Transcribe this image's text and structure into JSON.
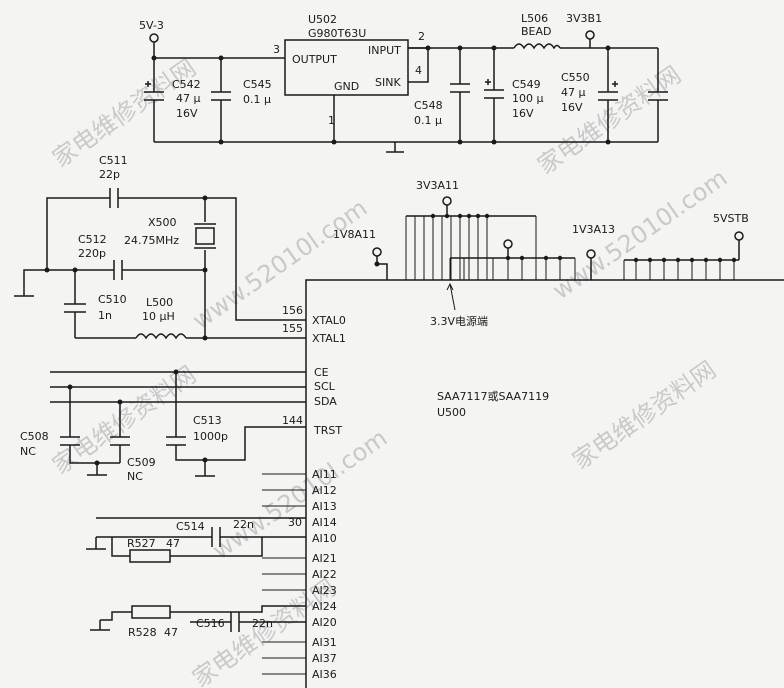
{
  "watermarks": [
    "家电维修资料网",
    "www.52010l.com",
    "家电维修资料网",
    "www.52010l.com",
    "家电维修资料网",
    "www.52010l.com",
    "家电维修资料网",
    "家电维修资料网"
  ],
  "regulator": {
    "ref": "U502",
    "part": "G980T63U",
    "pin_output": "OUTPUT",
    "pin_input": "INPUT",
    "pin_gnd": "GND",
    "pin_sink": "SINK",
    "pin3": "3",
    "pin2": "2",
    "pin4": "4",
    "pin1": "1"
  },
  "nets": {
    "v5_3": "5V-3",
    "v3v3b1": "3V3B1",
    "v3v3a11": "3V3A11",
    "v1v8a11": "1V8A11",
    "v1v3a13": "1V3A13",
    "v5vstb": "5VSTB"
  },
  "parts": {
    "c542": {
      "ref": "C542",
      "v1": "47 µ",
      "v2": "16V"
    },
    "c545": {
      "ref": "C545",
      "v1": "0.1 µ"
    },
    "c548": {
      "ref": "C548",
      "v1": "0.1 µ"
    },
    "c549": {
      "ref": "C549",
      "v1": "100 µ",
      "v2": "16V"
    },
    "c550": {
      "ref": "C550",
      "v1": "47 µ",
      "v2": "16V"
    },
    "l506": {
      "ref": "L506",
      "v1": "BEAD"
    },
    "c511": {
      "ref": "C511",
      "v1": "22p"
    },
    "c512": {
      "ref": "C512",
      "v1": "220p"
    },
    "x500": {
      "ref": "X500",
      "v1": "24.75MHz"
    },
    "c510": {
      "ref": "C510",
      "v1": "1n"
    },
    "l500": {
      "ref": "L500",
      "v1": "10 µH"
    },
    "c508": {
      "ref": "C508",
      "v1": "NC"
    },
    "c509": {
      "ref": "C509",
      "v1": "NC"
    },
    "c513": {
      "ref": "C513",
      "v1": "1000p"
    },
    "c514": {
      "ref": "C514",
      "v1": "22n"
    },
    "r527": {
      "ref": "R527",
      "v1": "47"
    },
    "r528": {
      "ref": "R528",
      "v1": "47"
    },
    "c516": {
      "ref": "C516",
      "v1": "22n"
    }
  },
  "chip": {
    "part": "SAA7117或SAA7119",
    "ref": "U500",
    "power_note": "3.3V电源端",
    "pins": {
      "xtal0": "XTAL0",
      "xtal1": "XTAL1",
      "ce": "CE",
      "scl": "SCL",
      "sda": "SDA",
      "trst": "TRST",
      "n156": "156",
      "n155": "155",
      "n144": "144",
      "n30": "30",
      "a111": "AI11",
      "a112": "AI12",
      "a113": "AI13",
      "a114": "AI14",
      "a110": "AI10",
      "a121": "AI21",
      "a122": "AI22",
      "a123": "AI23",
      "a124": "AI24",
      "a120": "AI20",
      "a131": "AI31",
      "a137": "AI37",
      "a136": "AI36"
    }
  }
}
